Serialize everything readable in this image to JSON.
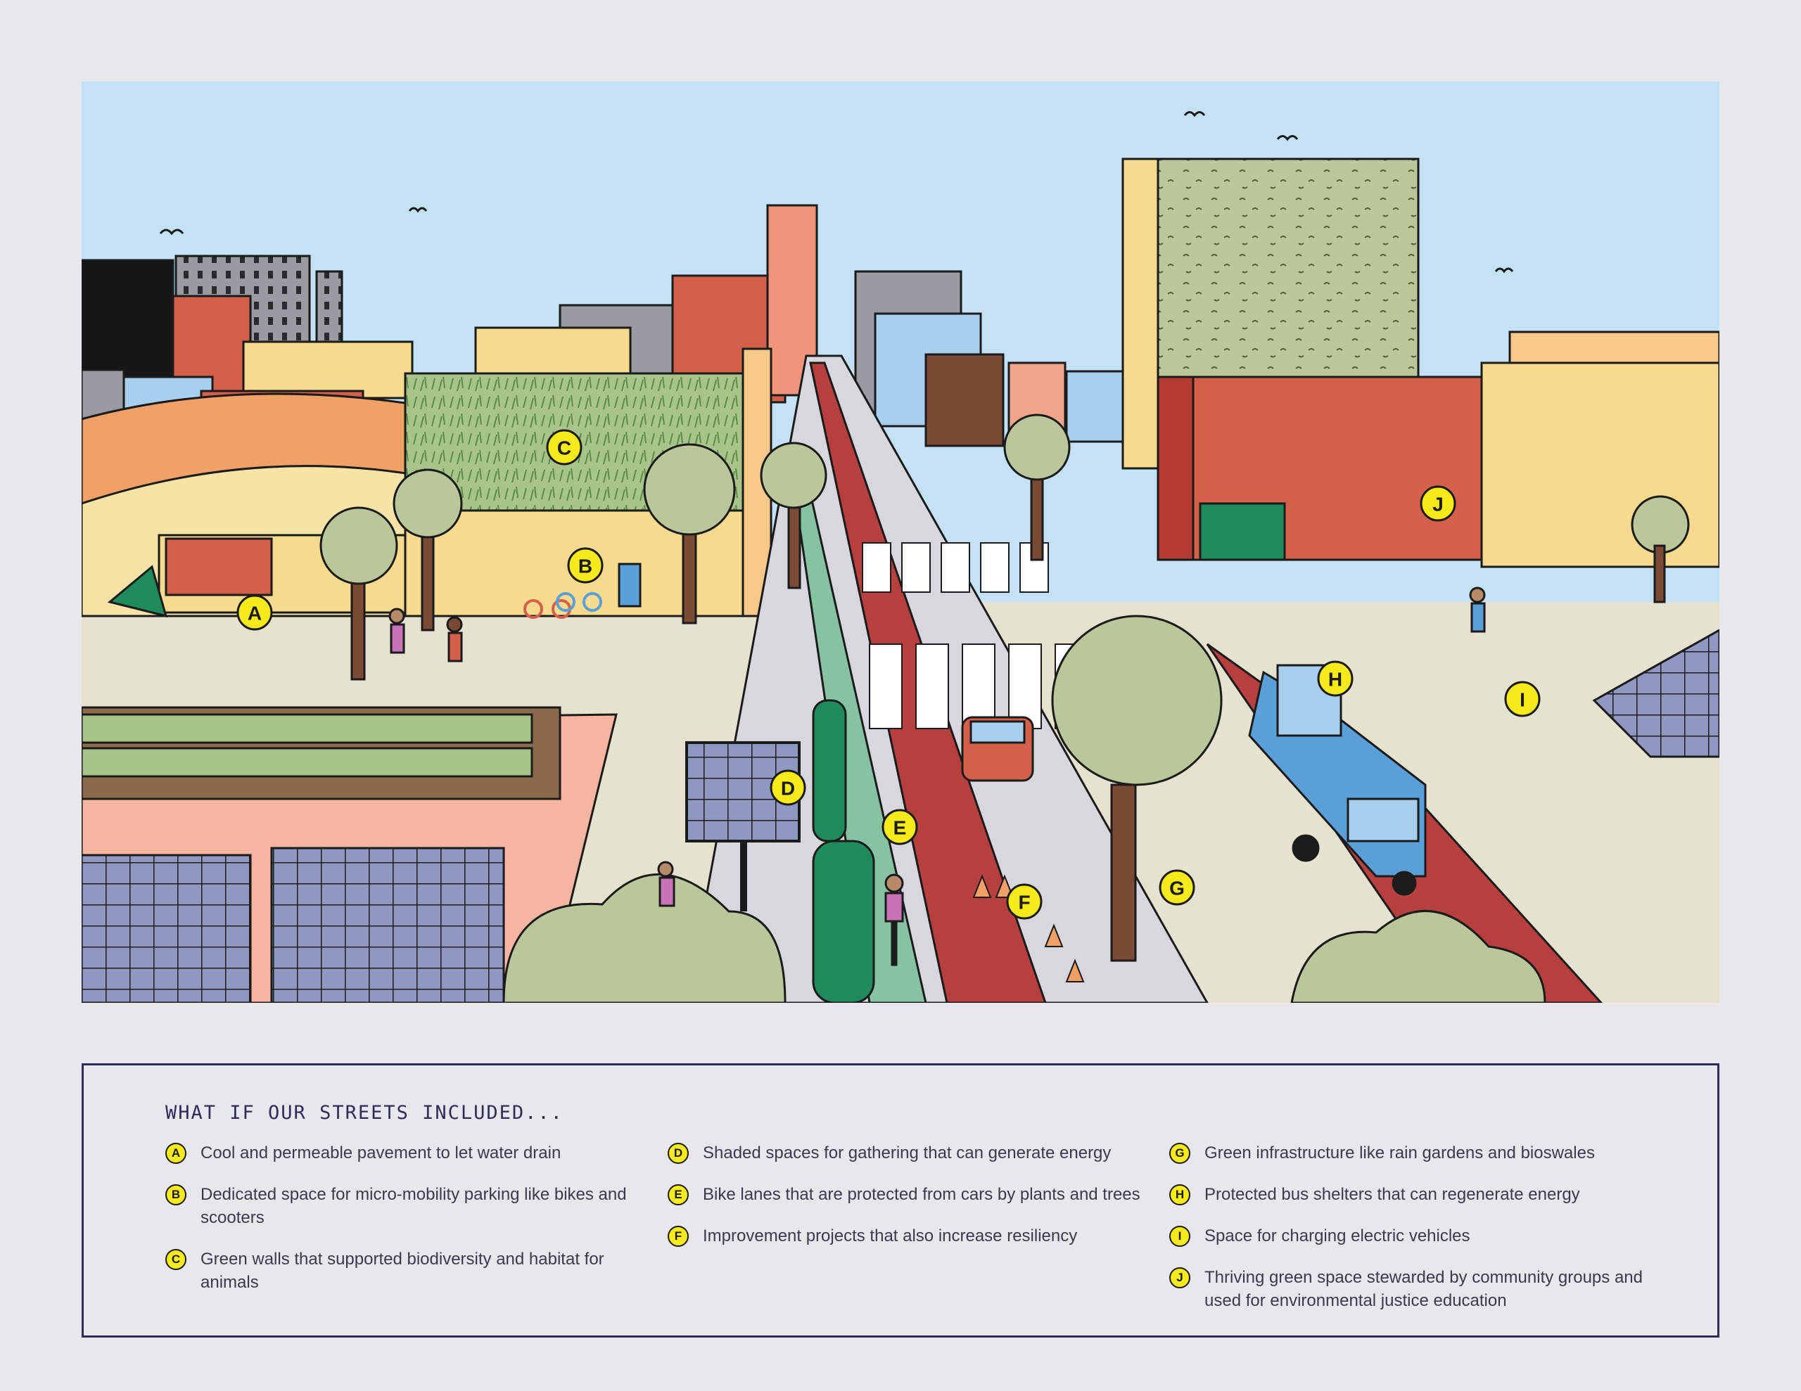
{
  "legend": {
    "title": "WHAT IF OUR STREETS INCLUDED...",
    "items": [
      {
        "letter": "A",
        "text": "Cool and permeable pavement to let water drain"
      },
      {
        "letter": "B",
        "text": "Dedicated space for micro-mobility parking like bikes and scooters"
      },
      {
        "letter": "C",
        "text": "Green walls that supported biodiversity and habitat for animals"
      },
      {
        "letter": "D",
        "text": "Shaded spaces for gathering that can generate energy"
      },
      {
        "letter": "E",
        "text": "Bike lanes that are protected from cars by plants and trees"
      },
      {
        "letter": "F",
        "text": "Improvement projects that also increase resiliency"
      },
      {
        "letter": "G",
        "text": "Green infrastructure like rain gardens and bioswales"
      },
      {
        "letter": "H",
        "text": "Protected bus shelters that can regenerate energy"
      },
      {
        "letter": "I",
        "text": "Space for charging electric vehicles"
      },
      {
        "letter": "J",
        "text": "Thriving green space stewarded by community groups and used for environmental justice education"
      }
    ]
  },
  "colors": {
    "sky": "#c4e2f5",
    "callout": "#f6ea1a",
    "outline": "#1b1b1b",
    "legend_border": "#2f2c5c",
    "bike_lane": "#b7403f",
    "bike_path": "#86c3a3",
    "bus": "#5b9fd8",
    "foliage": "#b9c79a"
  }
}
